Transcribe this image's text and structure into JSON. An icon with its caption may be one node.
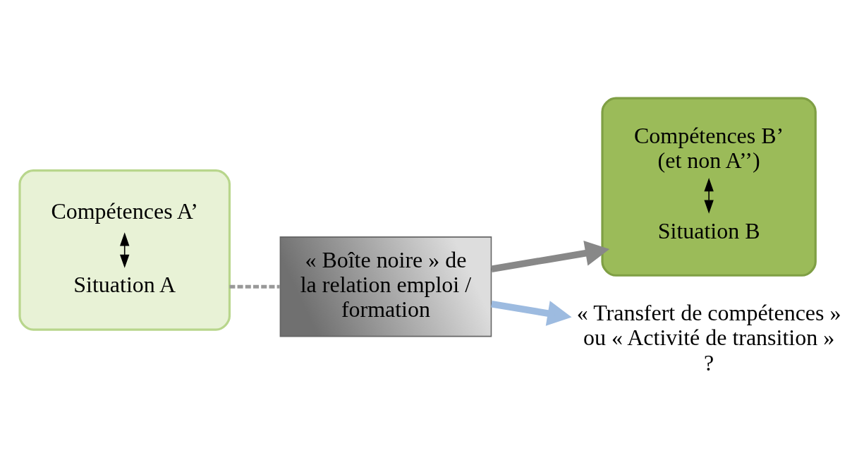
{
  "diagram": {
    "nodes": [
      {
        "text": [],
        "shape": "ellipse"
      },
      {
        "text": [
          "Situation A"
        ],
        "in": 0
      },
      {
        "text": [
          "Compétences A’"
        ],
        "in": 0
      },
      {
        "text": [
          "« Boîte noire » de la relation emploi / formation"
        ]
      },
      {
        "text": [],
        "shape": "ellipse"
      },
      {
        "text": [
          "Situation B"
        ],
        "in": 4
      },
      {
        "text": [
          "Compétences B’",
          "(et non A’’)"
        ],
        "in": 4
      },
      {
        "text": [
          "« Transfert de compétences » ou « Activité de transition » ?"
        ]
      }
    ],
    "edges": [
      {
        "from": 1,
        "to": 2,
        "arrow": "both"
      },
      {
        "from": 5,
        "to": 6,
        "arrow": "both"
      },
      {
        "from": 0,
        "to": 3,
        "arrow": "none",
        "style": "dashed",
        "color": "#999999"
      },
      {
        "from": 3,
        "to": 4,
        "arrow": "to",
        "style": "thick",
        "color": "#888888"
      },
      {
        "from": 3,
        "to": 7,
        "arrow": "to",
        "style": "thick",
        "color": "#9dbbe0"
      }
    ]
  }
}
